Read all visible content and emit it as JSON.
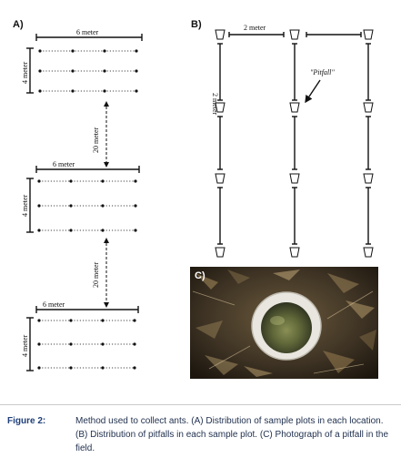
{
  "panels": {
    "a": {
      "letter": "A)",
      "plot1_width": "6 meter",
      "plot1_height": "4 meter",
      "gap1": "20 meter",
      "plot2_width": "6 meter",
      "plot2_height": "4 meter",
      "gap2": "20 meter",
      "plot3_width": "6 meter",
      "plot3_height": "4 meter"
    },
    "b": {
      "letter": "B)",
      "width": "2 meter",
      "height": "2 meter",
      "pitfall_label": "\"Pitfall\""
    },
    "c": {
      "letter": "C)"
    }
  },
  "caption": {
    "label": "Figure 2:",
    "text": "Method used to collect ants. (A) Distribution of sample plots in each location. (B) Distribution of pitfalls in each sample plot. (C) Photograph of a pitfall in the field."
  }
}
